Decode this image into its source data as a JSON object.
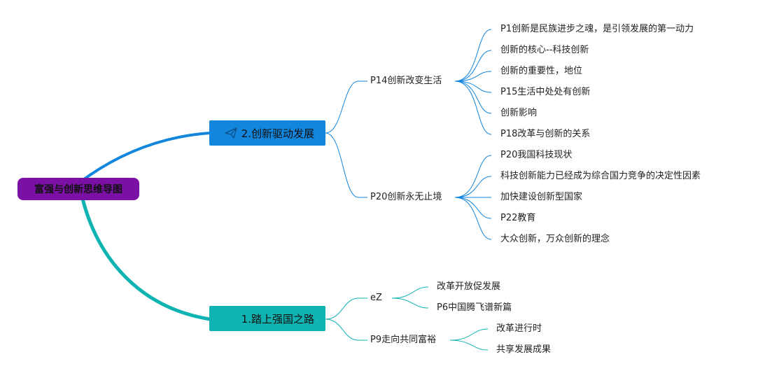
{
  "root": {
    "label": "富强与创新思维导图",
    "color": "#7b10a4"
  },
  "branches": [
    {
      "label": "2.创新驱动发展",
      "color": "#1285dd",
      "icon": "paper-plane-icon",
      "subtopics": [
        {
          "label": "P14创新改变生活",
          "leaves": [
            "P1创新是民族进步之魂，是引领发展的第一动力",
            "创新的核心--科技创新",
            "创新的重要性，地位",
            "P15生活中处处有创新",
            "创新影响",
            "P18改革与创新的关系"
          ]
        },
        {
          "label": "P20创新永无止境",
          "leaves": [
            "P20我国科技现状",
            "科技创新能力已经成为综合国力竞争的决定性因素",
            "加快建设创新型国家",
            "P22教育",
            "大众创新，万众创新的理念"
          ]
        }
      ]
    },
    {
      "label": "1.踏上强国之路",
      "color": "#0fb3b1",
      "subtopics": [
        {
          "label": "eZ",
          "leaves": [
            "改革开放促发展",
            "P6中国腾飞谱新篇"
          ]
        },
        {
          "label": "P9走向共同富裕",
          "leaves": [
            "改革进行时",
            "共享发展成果"
          ]
        }
      ]
    }
  ]
}
